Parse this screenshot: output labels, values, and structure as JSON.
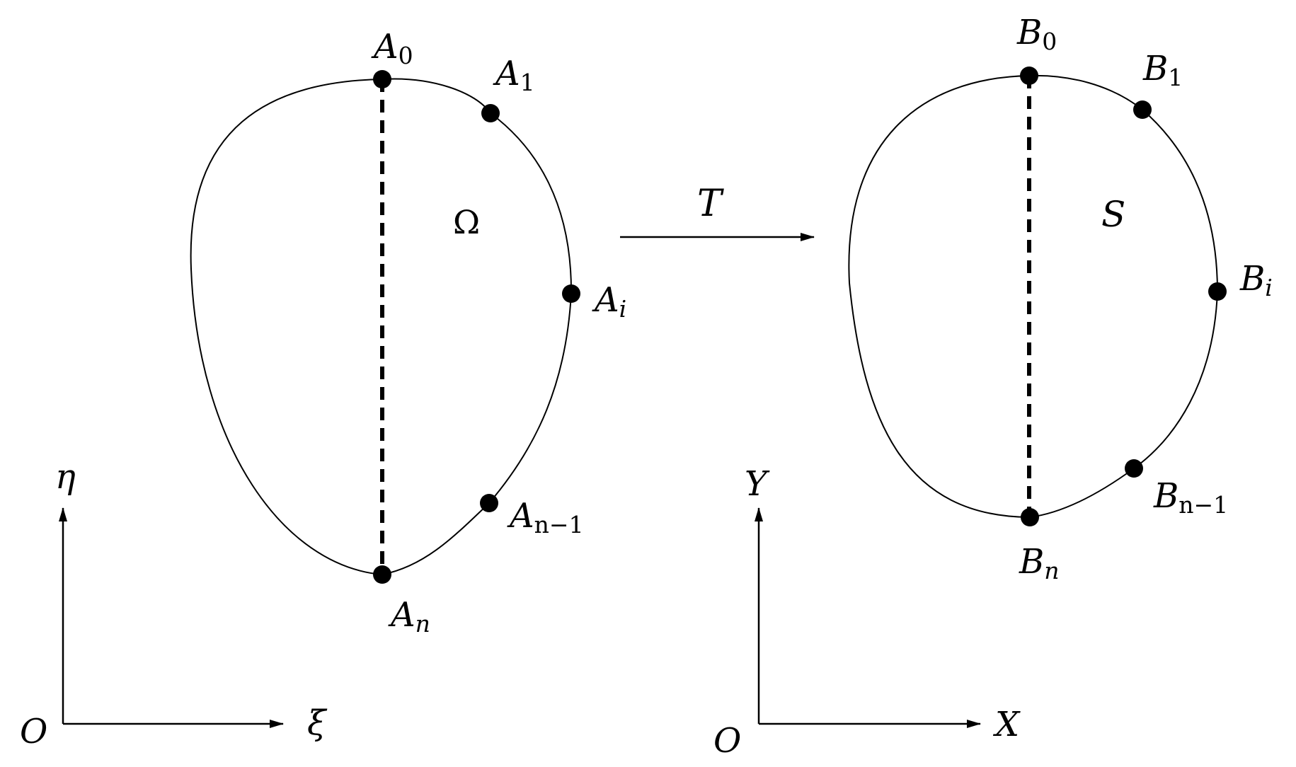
{
  "left_figure": {
    "region_label": "Ω",
    "points": {
      "A0": {
        "main": "A",
        "sub": "0"
      },
      "A1": {
        "main": "A",
        "sub": "1"
      },
      "Ai": {
        "main": "A",
        "sub": "i"
      },
      "An1": {
        "main": "A",
        "sub": "n−1"
      },
      "An": {
        "main": "A",
        "sub": "n"
      }
    },
    "axes": {
      "origin": "O",
      "x": "ξ",
      "y": "η"
    }
  },
  "mapping": {
    "label": "T"
  },
  "right_figure": {
    "region_label": "S",
    "points": {
      "B0": {
        "main": "B",
        "sub": "0"
      },
      "B1": {
        "main": "B",
        "sub": "1"
      },
      "Bi": {
        "main": "B",
        "sub": "i"
      },
      "Bn1": {
        "main": "B",
        "sub": "n−1"
      },
      "Bn": {
        "main": "B",
        "sub": "n"
      }
    },
    "axes": {
      "origin": "O",
      "x": "X",
      "y": "Y"
    }
  },
  "colors": {
    "ink": "#000000",
    "background": "#ffffff"
  }
}
